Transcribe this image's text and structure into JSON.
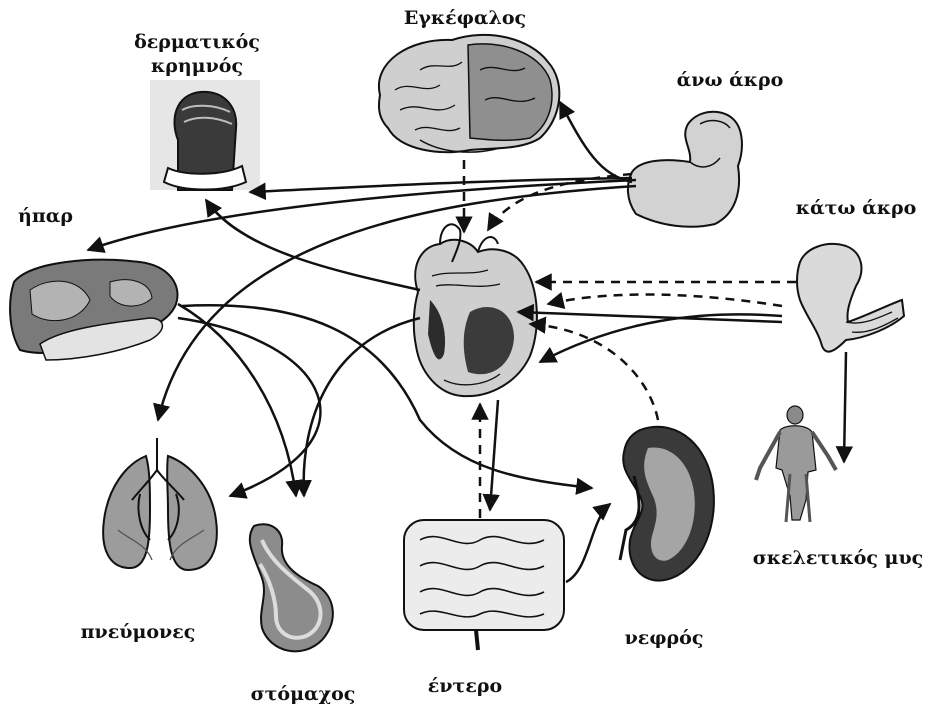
{
  "labels": {
    "brain": "Εγκέφαλος",
    "skin_flap_line1": "δερματικός",
    "skin_flap_line2": "κρημνός",
    "upper_limb": "άνω άκρο",
    "liver": "ήπαρ",
    "lower_limb": "κάτω άκρο",
    "skeletal_muscle": "σκελετικός μυς",
    "lungs": "πνεύμονες",
    "stomach": "στόμαχος",
    "intestine": "έντερο",
    "kidney": "νεφρός"
  },
  "colors": {
    "ink": "#111111",
    "organ_gray": "#9a9a9a",
    "organ_dark": "#4a4a4a",
    "organ_light": "#d6d6d6"
  }
}
